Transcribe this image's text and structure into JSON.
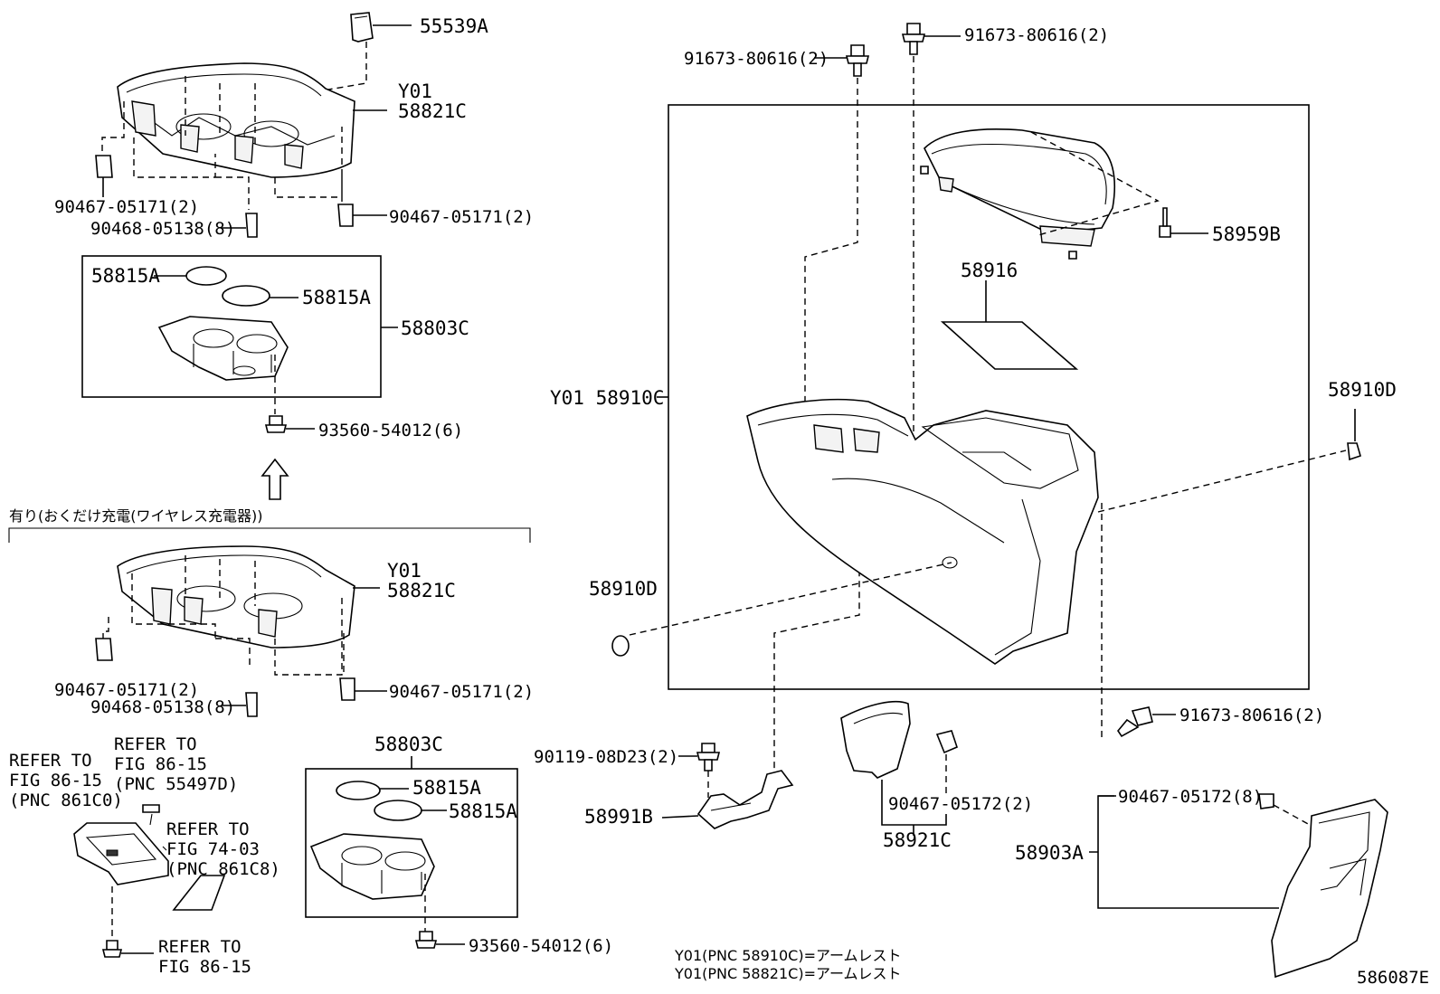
{
  "diagram_id": "586087E",
  "labels": {
    "p55539A": "55539A",
    "y01_top": "Y01",
    "p58821C_top": "58821C",
    "p90467_tl": "90467-05171(2)",
    "p90468_t": "90468-05138(8)",
    "p90467_tr": "90467-05171(2)",
    "p58815A_1": "58815A",
    "p58815A_2": "58815A",
    "p58803C_t": "58803C",
    "p93560_t": "93560-54012(6)",
    "jp_condition": "有り(おくだけ充電(ワイヤレス充電器))",
    "y01_mid": "Y01",
    "p58821C_mid": "58821C",
    "p90467_ml": "90467-05171(2)",
    "p90467_mr": "90467-05171(2)",
    "p90468_m": "90468-05138(8)",
    "refer_861c0": "REFER TO\nFIG 86-15\n(PNC 861C0)",
    "refer_55497d": "REFER TO\nFIG 86-15\n(PNC 55497D)",
    "refer_861c8": "REFER TO\nFIG 74-03\n(PNC 861C8)",
    "refer_bolt": "REFER TO\nFIG 86-15",
    "p58803C_b": "58803C",
    "p58815A_3": "58815A",
    "p58815A_4": "58815A",
    "p93560_b": "93560-54012(6)",
    "p91673_a": "91673-80616(2)",
    "p91673_b": "91673-80616(2)",
    "p58959B": "58959B",
    "p58916": "58916",
    "p58910C": "Y01 58910C",
    "p58910D_r": "58910D",
    "p58910D_l": "58910D",
    "p91673_c": "91673-80616(2)",
    "p90119": "90119-08D23(2)",
    "p58991B": "58991B",
    "p90467_05172": "90467-05172(2)",
    "p58921C": "58921C",
    "p90467_05172_8": "90467-05172(8)",
    "p58903A": "58903A",
    "note1": "Y01(PNC 58910C)=アームレスト",
    "note2": "Y01(PNC 58821C)=アームレスト",
    "fig_id": "586087E"
  }
}
